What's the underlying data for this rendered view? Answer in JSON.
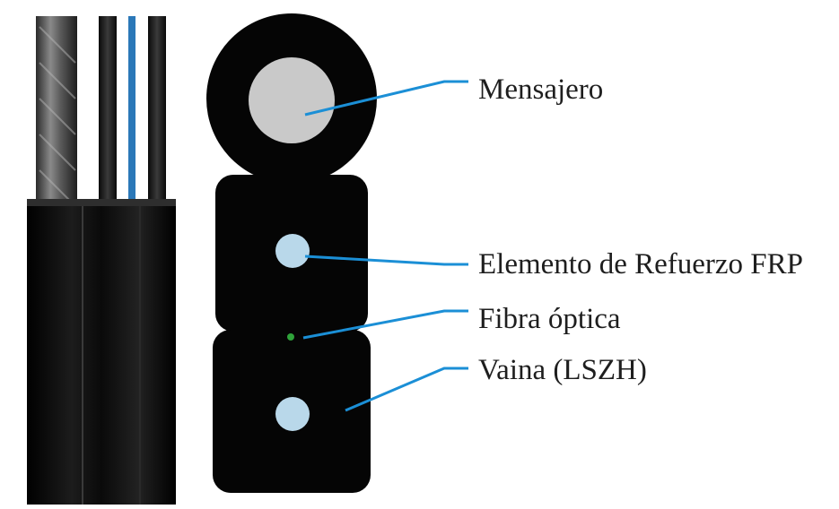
{
  "colors": {
    "background": "#ffffff",
    "sheath": "#050505",
    "messenger_core": "#c9c9c9",
    "frp_element": "#b9d8ea",
    "optical_fiber": "#2fa33a",
    "leader_line": "#1b8fd6",
    "label_text": "#1e1e1e"
  },
  "labels": [
    {
      "key": "messenger",
      "text": "Mensajero"
    },
    {
      "key": "frp",
      "text": "Elemento de Refuerzo FRP"
    },
    {
      "key": "fiber",
      "text": "Fibra óptica"
    },
    {
      "key": "sheath",
      "text": "Vaina (LSZH)"
    }
  ]
}
